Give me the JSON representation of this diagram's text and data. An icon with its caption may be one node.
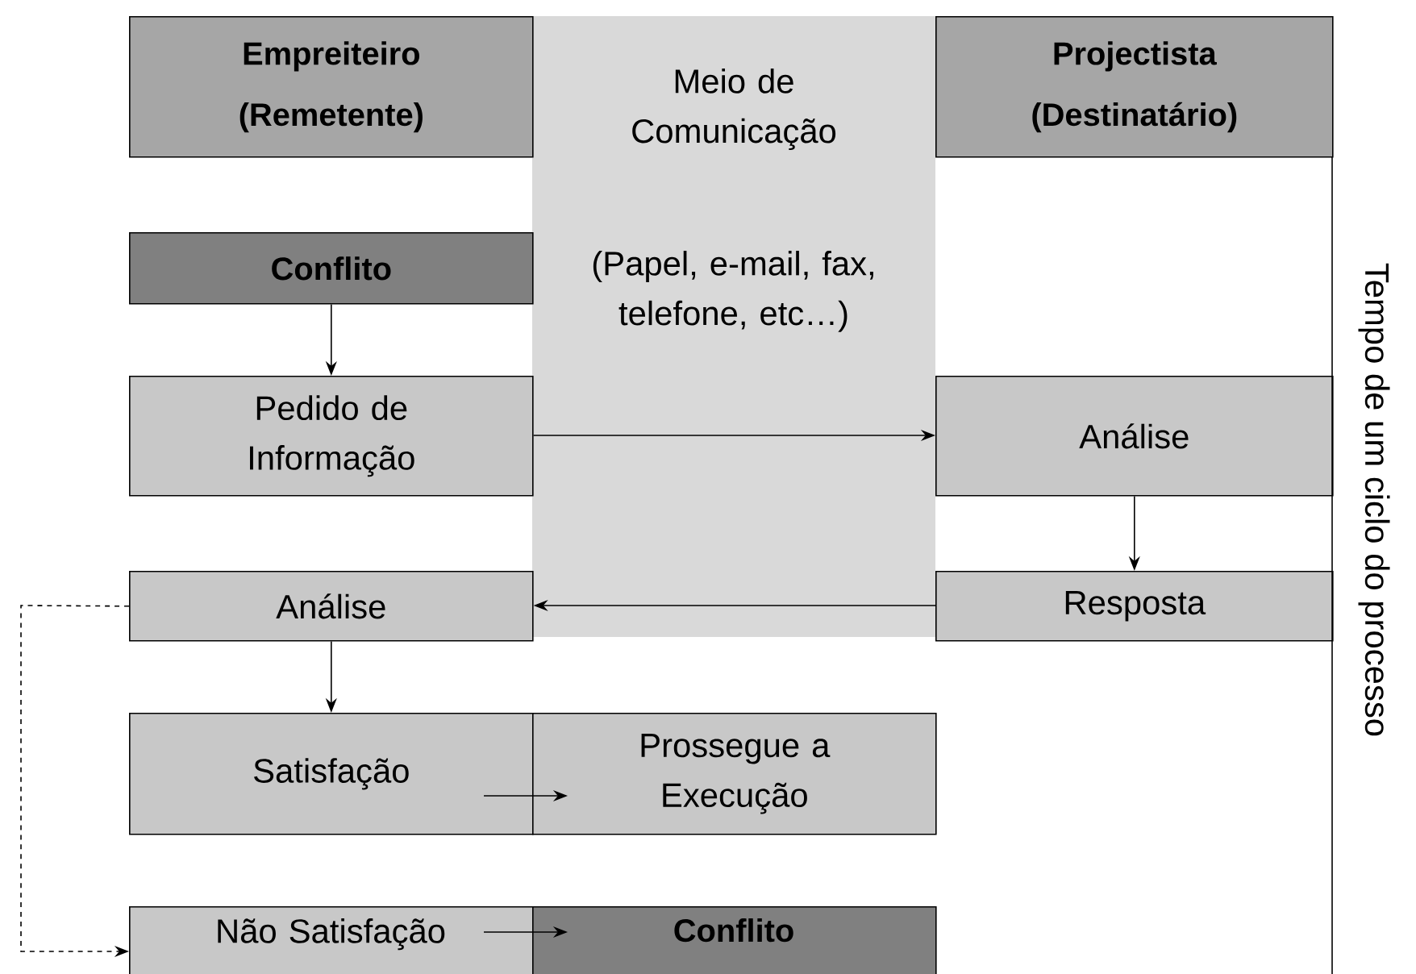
{
  "diagram": {
    "nodes": [
      {
        "text": [
          "Empreiteiro (Remetente)"
        ]
      },
      {
        "text": [
          "Meio de Comunicação",
          "(Papel, e-mail, fax, telefone, etc…)"
        ]
      },
      {
        "text": [
          "Projectista (Destinatário)"
        ]
      },
      {
        "text": [
          "Conflito"
        ]
      },
      {
        "text": [
          "Pedido de Informação"
        ]
      },
      {
        "text": [
          "Análise"
        ]
      },
      {
        "text": [
          "Análise"
        ]
      },
      {
        "text": [
          "Resposta"
        ]
      },
      {
        "text": [
          "Satisfação"
        ]
      },
      {
        "text": [
          "Prossegue a Execução"
        ]
      },
      {
        "text": [
          "Não Satisfação"
        ]
      },
      {
        "text": [
          "Conflito"
        ]
      }
    ],
    "edges": [
      {
        "from": 3,
        "to": 4,
        "arrow": "to"
      },
      {
        "from": 4,
        "to": 5,
        "arrow": "to"
      },
      {
        "from": 5,
        "to": 7,
        "arrow": "to"
      },
      {
        "from": 7,
        "to": 6,
        "arrow": "to"
      },
      {
        "from": 6,
        "to": 8,
        "arrow": "to"
      },
      {
        "from": 8,
        "to": 9,
        "arrow": "to"
      },
      {
        "from": 6,
        "to": 10,
        "arrow": "to",
        "style": "dashed"
      },
      {
        "from": 10,
        "to": 11,
        "arrow": "to"
      }
    ],
    "labels": [
      "Tempo de um ciclo do processo"
    ]
  }
}
